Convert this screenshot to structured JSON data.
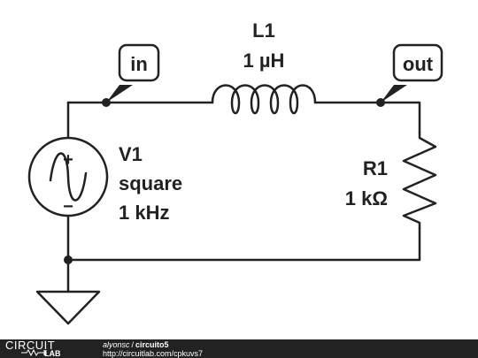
{
  "nodes": {
    "in_label": "in",
    "out_label": "out"
  },
  "components": {
    "inductor": {
      "name": "L1",
      "value": "1 µH"
    },
    "source": {
      "name": "V1",
      "type": "square",
      "frequency": "1 kHz",
      "plus": "+",
      "minus": "−"
    },
    "resistor": {
      "name": "R1",
      "value": "1 kΩ"
    }
  },
  "footer": {
    "logo_top": "CIRCUIT",
    "logo_bottom": "LAB",
    "author": "alyonsc",
    "separator": "/",
    "title": "circuito5",
    "url": "http://circuitlab.com/cpkuvs7"
  },
  "colors": {
    "wire": "#222222",
    "footer_bg": "#222222",
    "background": "#ffffff"
  }
}
